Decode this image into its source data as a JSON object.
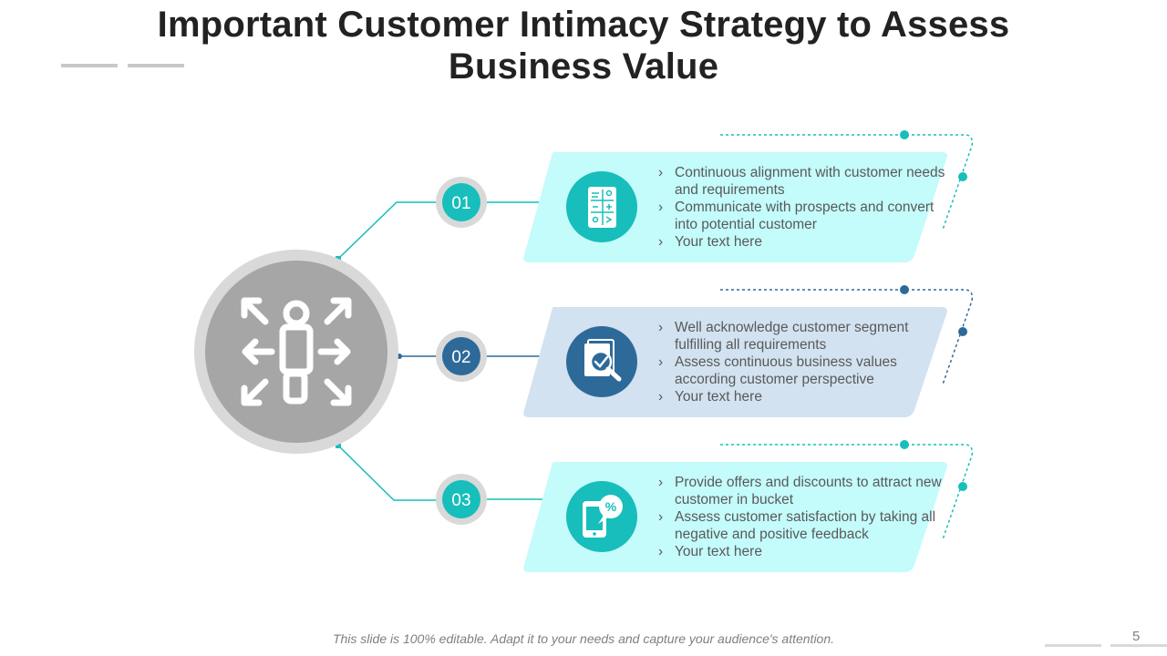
{
  "title": {
    "line1": "Important Customer Intimacy Strategy to Assess",
    "line2": "Business Value"
  },
  "items": [
    {
      "number": "01",
      "icon": "calculator-icon",
      "bullets": [
        "Continuous alignment with customer needs and requirements",
        "Communicate with prospects and convert into potential customer",
        "Your text here"
      ]
    },
    {
      "number": "02",
      "icon": "document-check-icon",
      "bullets": [
        "Well acknowledge customer segment fulfilling all requirements",
        "Assess continuous business values according customer perspective",
        "Your text here"
      ]
    },
    {
      "number": "03",
      "icon": "mobile-offer-icon",
      "bullets": [
        "Provide offers and discounts to attract new customer in bucket",
        "Assess customer satisfaction by taking all negative and positive feedback",
        "Your text here"
      ]
    }
  ],
  "center_icon": "person-arrows-icon",
  "footer": "This slide is 100% editable.  Adapt it to your needs and capture your audience's attention.",
  "page_number": "5",
  "colors": {
    "teal": "#17bebb",
    "navy": "#2d6a9a",
    "light_teal_panel": "#c4fbfb",
    "light_blue_panel": "#d2e2f0",
    "grey": "#a6a6a6",
    "light_grey": "#d9d9d9"
  }
}
